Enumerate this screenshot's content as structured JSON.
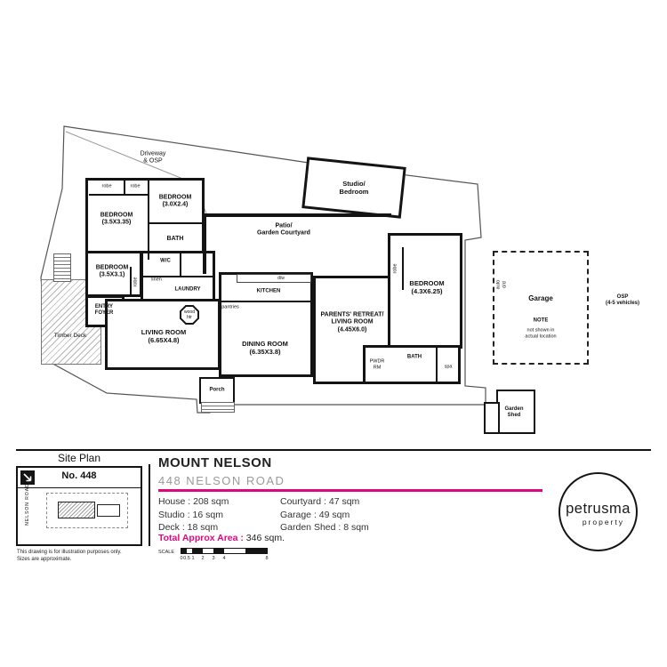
{
  "colors": {
    "accent": "#e0067f",
    "wall": "#141414"
  },
  "floorplan": {
    "driveway": "Driveway\n& OSP",
    "studio": "Studio/\nBedroom",
    "robe": "robe",
    "bedroom1": "BEDROOM\n(3.0X2.4)",
    "bedroom2": "BEDROOM\n(3.5X3.35)",
    "bath": "BATH",
    "bedroom3": "BEDROOM\n(3.5X3.1)",
    "wc": "W/C",
    "linen": "linen",
    "laundry": "LAUNDRY",
    "entry": "ENTRY\nFOYER",
    "timber_deck": "Timber Deck",
    "living": "LIVING ROOM\n(6.65X4.8)",
    "wood_htr": "wood\nhtr",
    "pantries": "pantries",
    "kitchen": "KITCHEN",
    "dw": "d/w",
    "patio": "Patio/\nGarden Courtyard",
    "dining": "DINING ROOM\n(6.35X3.8)",
    "parents": "PARENTS' RETREAT/\nLIVING ROOM\n(4.45X6.0)",
    "pwdr": "PWDR\nRM",
    "spa": "spa",
    "bedroom4": "BEDROOM\n(4.3X6.25)",
    "porch": "Porch",
    "garage": "Garage",
    "auto_dd": "auto\nd/d",
    "note_title": "NOTE",
    "note_body": "not shown in\nactual location",
    "osp": "OSP\n(4-5 vehicles)",
    "garden_shed": "Garden\nShed"
  },
  "site_plan": {
    "title": "Site Plan",
    "number": "No. 448",
    "road": "NELSON ROAD",
    "disclaimer": "This drawing is for illustration purposes only.\nSizes are approximate."
  },
  "details": {
    "suburb": "MOUNT NELSON",
    "address": "448 NELSON ROAD",
    "rows_left": [
      "House : 208 sqm",
      "Studio : 16 sqm",
      "Deck : 18 sqm"
    ],
    "rows_right": [
      "Courtyard : 47 sqm",
      "Garage : 49 sqm",
      "Garden Shed : 8 sqm"
    ],
    "total_label": "Total Approx Area :",
    "total_value": " 346 sqm.",
    "scale_label": "SCALE",
    "scale_ticks": [
      "0",
      "0.5",
      "1",
      "2",
      "3",
      "4",
      "8"
    ]
  },
  "logo": {
    "name": "petrusma",
    "tagline": "property"
  }
}
